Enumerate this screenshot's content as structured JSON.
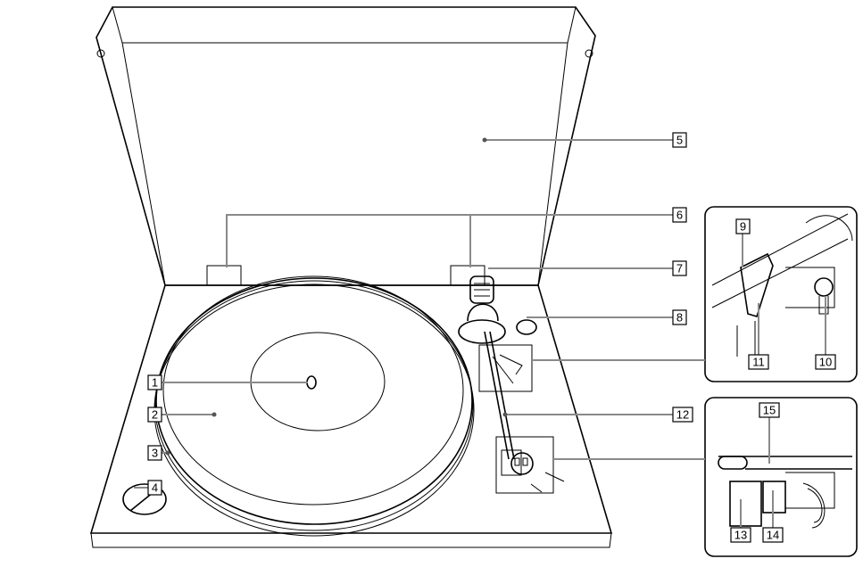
{
  "callouts": [
    {
      "id": "1",
      "label": "1"
    },
    {
      "id": "2",
      "label": "2"
    },
    {
      "id": "3",
      "label": "3"
    },
    {
      "id": "4",
      "label": "4"
    },
    {
      "id": "5",
      "label": "5"
    },
    {
      "id": "6",
      "label": "6"
    },
    {
      "id": "7",
      "label": "7"
    },
    {
      "id": "8",
      "label": "8"
    },
    {
      "id": "9",
      "label": "9"
    },
    {
      "id": "10",
      "label": "10"
    },
    {
      "id": "11",
      "label": "11"
    },
    {
      "id": "12",
      "label": "12"
    },
    {
      "id": "13",
      "label": "13"
    },
    {
      "id": "14",
      "label": "14"
    },
    {
      "id": "15",
      "label": "15"
    }
  ],
  "colors": {
    "line": "#000000",
    "leader": "#8a8a8a",
    "background": "#ffffff"
  }
}
